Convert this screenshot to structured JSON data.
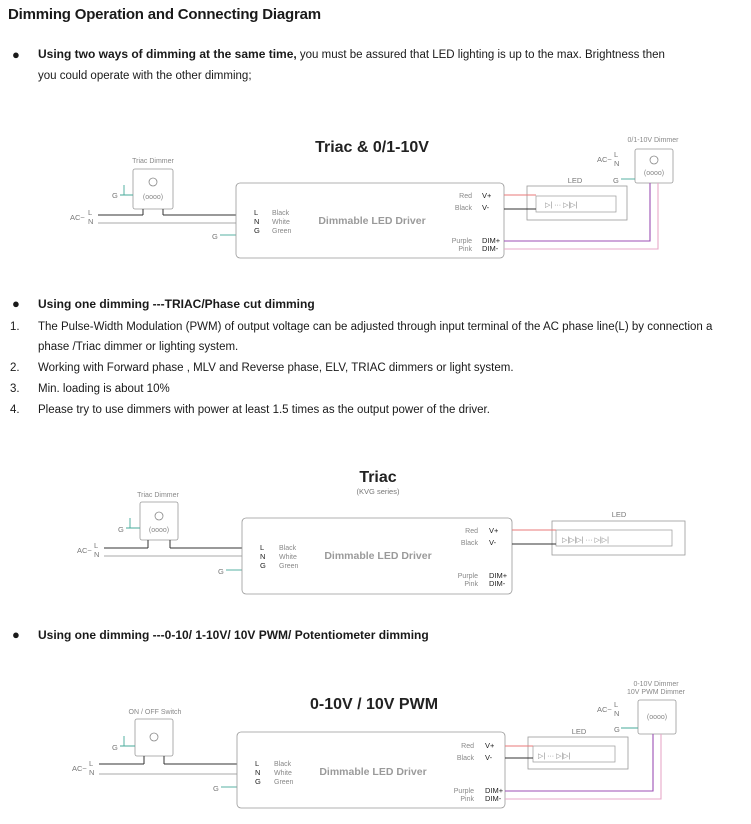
{
  "title": "Dimming Operation and Connecting Diagram",
  "section1": {
    "bold": "Using two ways of dimming at the same time,",
    "text1": " you must be assured that LED lighting is up to the max. Brightness then",
    "text2": "you could operate with the other dimming;"
  },
  "diagram1": {
    "title": "Triac & 0/1-10V",
    "left_device": "Triac Dimmer",
    "right_device": "0/1-10V Dimmer",
    "led": "LED"
  },
  "section2": {
    "heading": "Using one dimming ---TRIAC/Phase cut dimming",
    "items": [
      {
        "num": "1.",
        "text": "The Pulse-Width Modulation (PWM) of output voltage can be adjusted through input terminal of the AC phase line(L) by connection a phase /Triac dimmer or lighting system."
      },
      {
        "num": "2.",
        "text": "Working with Forward phase , MLV and Reverse phase, ELV, TRIAC dimmers or light system."
      },
      {
        "num": "3.",
        "text": "Min. loading is about 10%"
      },
      {
        "num": "4.",
        "text": "Please try to use dimmers with power at least 1.5 times as the output power of the driver."
      }
    ]
  },
  "diagram2": {
    "title": "Triac",
    "subtitle": "(KVG series)",
    "left_device": "Triac Dimmer",
    "led": "LED"
  },
  "section3": {
    "heading": "Using one dimming ---0-10/ 1-10V/ 10V PWM/ Potentiometer dimming"
  },
  "diagram3": {
    "title": "0-10V / 10V PWM",
    "left_device": "ON / OFF Switch",
    "right_device1": "0-10V Dimmer",
    "right_device2": "10V PWM Dimmer",
    "led": "LED"
  },
  "driver": {
    "name": "Dimmable LED Driver",
    "input_terms": [
      "L",
      "N",
      "G"
    ],
    "input_wires": [
      "Black",
      "White",
      "Green"
    ],
    "out_wires": [
      "Red",
      "Black"
    ],
    "out_terms": [
      "V+",
      "V-"
    ],
    "dim_wires": [
      "Purple",
      "Pink"
    ],
    "dim_terms": [
      "DIM+",
      "DIM-"
    ]
  },
  "labels": {
    "ac": "AC~",
    "l": "L",
    "n": "N",
    "g": "G",
    "knob_dots": "(oooo)"
  },
  "colors": {
    "red_wire": "#e87a7a",
    "purple_wire": "#9c4fb5",
    "pink_wire": "#e7a8c8",
    "black_wire": "#333333"
  }
}
